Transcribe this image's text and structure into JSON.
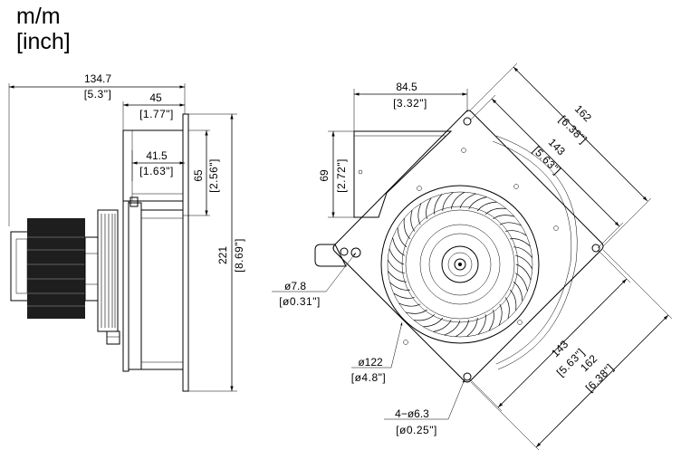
{
  "units": {
    "metric": "m/m",
    "imperial": "[inch]"
  },
  "side_view": {
    "total_length": {
      "mm": "134.7",
      "inch": "[5.3\"]"
    },
    "housing_depth": {
      "mm": "45",
      "inch": "[1.77\"]"
    },
    "inlet_depth": {
      "mm": "41.5",
      "inch": "[1.63\"]"
    },
    "outlet_height": {
      "mm": "65",
      "inch": "[2.56\"]"
    },
    "total_height": {
      "mm": "221",
      "inch": "[8.69\"]"
    }
  },
  "front_view": {
    "outlet_width": {
      "mm": "84.5",
      "inch": "[3.32\"]"
    },
    "outlet_height": {
      "mm": "69",
      "inch": "[2.72\"]"
    },
    "plate_width_top": {
      "mm": "162",
      "inch": "[6.38\"]"
    },
    "hole_spacing_top": {
      "mm": "143",
      "inch": "[5.63\"]"
    },
    "hole_spacing_bottom": {
      "mm": "143",
      "inch": "[5.63\"]"
    },
    "plate_width_bottom": {
      "mm": "162",
      "inch": "[6.38\"]"
    },
    "tab_hole": {
      "mm": "ø7.8",
      "inch": "[ø0.31\"]"
    },
    "wheel_diameter": {
      "mm": "ø122",
      "inch": "[ø4.8\"]"
    },
    "mount_holes": {
      "mm": "4−ø6.3",
      "inch": "[ø0.25\"]"
    }
  }
}
